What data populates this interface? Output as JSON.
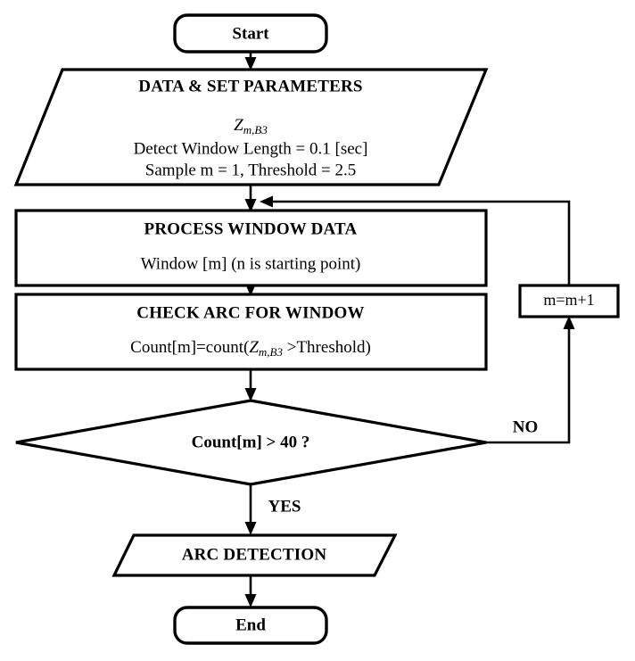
{
  "diagram": {
    "title": "Arc detection flowchart",
    "background_color": "#ffffff",
    "line_color": "#000000",
    "nodes": {
      "start": {
        "label": "Start",
        "shape": "terminator"
      },
      "data_set_parameters": {
        "shape": "parallelogram",
        "heading": "DATA & SET PARAMETERS",
        "line_symbol_base": "Z",
        "line_symbol_sub": "m,B3",
        "line2": "Detect Window Length = 0.1 [sec]",
        "line3": "Sample m = 1, Threshold = 2.5"
      },
      "process_window_data": {
        "shape": "process",
        "heading": "PROCESS WINDOW DATA",
        "body": "Window [m] (n is starting point)"
      },
      "check_arc_for_window": {
        "shape": "process",
        "heading": "CHECK ARC FOR WINDOW",
        "body_pre": "Count[m]=count(",
        "body_symbol_base": "Z",
        "body_symbol_sub": "m,B3",
        "body_post": " >Threshold)"
      },
      "decision": {
        "shape": "diamond",
        "label": "Count[m] > 40 ?"
      },
      "increment": {
        "shape": "process",
        "label": "m=m+1"
      },
      "arc_detection": {
        "shape": "parallelogram",
        "label": "ARC DETECTION"
      },
      "end": {
        "label": "End",
        "shape": "terminator"
      }
    },
    "edges": {
      "no_label": "NO",
      "yes_label": "YES"
    }
  }
}
